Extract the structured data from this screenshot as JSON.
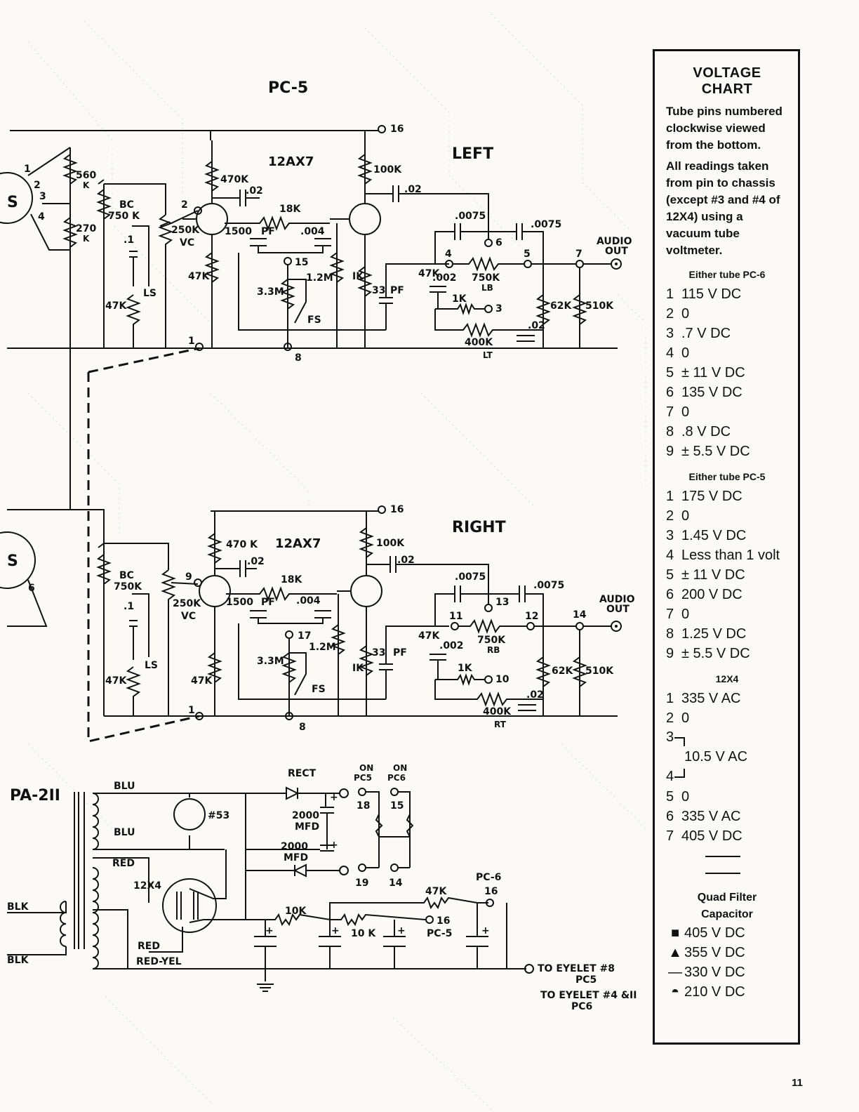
{
  "labels": {
    "pc5": "PC-5",
    "tube_left": "12AX7",
    "tube_right": "12AX7",
    "left": "LEFT",
    "right": "RIGHT",
    "s": "S",
    "audio": "AUDIO",
    "out": "OUT",
    "r560": "560",
    "k": "K",
    "r270": "270",
    "bc": "BC",
    "bc750k": "750 K",
    "bc750k_r": "750K",
    "vol250k": "250K",
    "vc": "VC",
    "cap_1": ".1",
    "r47k": "47K",
    "ls": "LS",
    "r470k_l": "470K",
    "r470k_r": "470 K",
    "cap02": ".02",
    "r18k": "18K",
    "c1500": "1500",
    "pf": "PF",
    "c004": ".004",
    "r100k": "100K",
    "r1_2m": "1.2M",
    "r3_3m": "3.3M",
    "fs": "FS",
    "r1k": "1K",
    "r1k_sp": "IK",
    "c33": "33",
    "c0075": ".0075",
    "c002": ".002",
    "r750k": "750K",
    "lb": "LB",
    "rb": "RB",
    "r62k": "62K",
    "r510k": "510K",
    "r400k": "400K",
    "lt": "LT",
    "rt": "RT",
    "pa211": "PA-2II",
    "blu": "BLU",
    "red": "RED",
    "blk": "BLK",
    "red_yel": "RED-YEL",
    "lamp53": "#53",
    "rect": "RECT",
    "mfd2000": "2000",
    "mfd": "MFD",
    "on": "ON",
    "pc5_s": "PC5",
    "pc6_s": "PC6",
    "tube_12x4": "12X4",
    "r10k": "10K",
    "r10k_sp": "10 K",
    "pc6_lbl": "PC-6",
    "pc5_lbl": "PC-5",
    "eyelet8": "TO EYELET #8",
    "eyelet411": "TO EYELET #4 &II",
    "plus": "+",
    "e1": "1",
    "e2": "2",
    "e3": "3",
    "e4": "4",
    "e5": "5",
    "e6": "6",
    "e7": "7",
    "e8": "8",
    "e9": "9",
    "e10": "10",
    "e11": "11",
    "e12": "12",
    "e13": "13",
    "e14": "14",
    "e15": "15",
    "e16": "16",
    "e17": "17",
    "e18": "18",
    "e19": "19"
  },
  "voltage_chart": {
    "title": "VOLTAGE CHART",
    "note1": "Tube pins numbered clockwise viewed from the bottom.",
    "note2": "All readings taken from pin to chassis (except #3 and #4 of 12X4) using a vacuum tube voltmeter.",
    "pc6": {
      "heading": "Either tube PC-6",
      "rows": [
        {
          "pin": "1",
          "val": "115 V DC"
        },
        {
          "pin": "2",
          "val": "0"
        },
        {
          "pin": "3",
          "val": ".7 V DC"
        },
        {
          "pin": "4",
          "val": "0"
        },
        {
          "pin": "5",
          "val": "± 11 V DC"
        },
        {
          "pin": "6",
          "val": "135 V DC"
        },
        {
          "pin": "7",
          "val": "0"
        },
        {
          "pin": "8",
          "val": ".8 V DC"
        },
        {
          "pin": "9",
          "val": "± 5.5 V DC"
        }
      ]
    },
    "pc5": {
      "heading": "Either tube PC-5",
      "rows": [
        {
          "pin": "1",
          "val": "175 V DC"
        },
        {
          "pin": "2",
          "val": "0"
        },
        {
          "pin": "3",
          "val": "1.45 V DC"
        },
        {
          "pin": "4",
          "val": "Less than 1 volt"
        },
        {
          "pin": "5",
          "val": "± 11 V DC"
        },
        {
          "pin": "6",
          "val": "200 V DC"
        },
        {
          "pin": "7",
          "val": "0"
        },
        {
          "pin": "8",
          "val": "1.25 V DC"
        },
        {
          "pin": "9",
          "val": "± 5.5 V DC"
        }
      ]
    },
    "x12x4": {
      "heading": "12X4",
      "rows_top": [
        {
          "pin": "1",
          "val": "335 V AC"
        },
        {
          "pin": "2",
          "val": "0"
        }
      ],
      "bracket_pin_a": "3",
      "bracket_pin_b": "4",
      "bracket_val": "10.5 V AC",
      "rows_bottom": [
        {
          "pin": "5",
          "val": "0"
        },
        {
          "pin": "6",
          "val": "335 V AC"
        },
        {
          "pin": "7",
          "val": "405 V DC"
        }
      ]
    },
    "quad": {
      "title1": "Quad Filter",
      "title2": "Capacitor",
      "rows": [
        {
          "sym": "■",
          "val": "405 V DC"
        },
        {
          "sym": "▲",
          "val": "355 V DC"
        },
        {
          "sym": "—",
          "val": "330 V DC"
        },
        {
          "sym": "◓",
          "val": "210 V DC"
        }
      ]
    }
  },
  "page_number": "11"
}
